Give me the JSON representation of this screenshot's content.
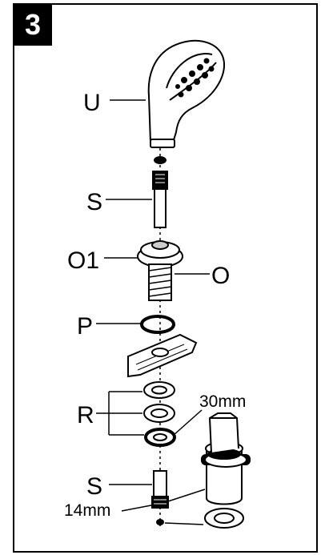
{
  "step_number": "3",
  "labels": {
    "handshower": "U",
    "hose_top": "S",
    "nut_top": "O1",
    "nut_body": "O",
    "washer": "P",
    "rings": "R",
    "ring_size": "30mm",
    "hose_bottom": "S",
    "fitting_size": "14mm"
  }
}
